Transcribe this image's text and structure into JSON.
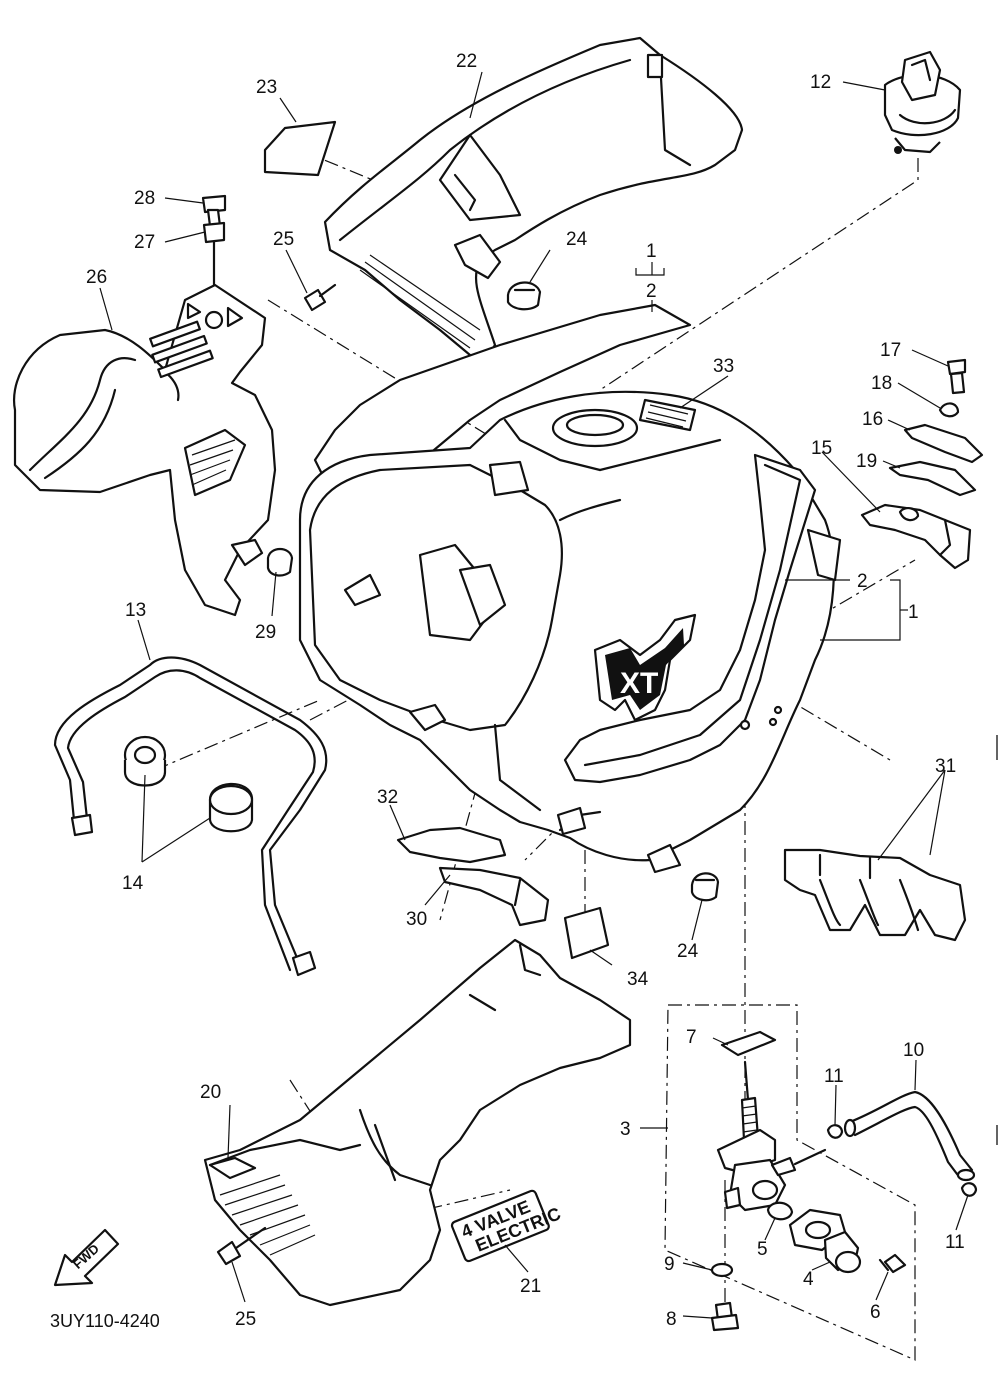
{
  "diagram": {
    "code": "3UY110-4240",
    "fwd_label": "FWD",
    "emblem_text": "XT",
    "decal_line1": "4 VALVE",
    "decal_line2": "ELECTRIC",
    "callouts": [
      {
        "id": "c1a",
        "text": "1"
      },
      {
        "id": "c2a",
        "text": "2"
      },
      {
        "id": "c1b",
        "text": "1"
      },
      {
        "id": "c2b",
        "text": "2"
      },
      {
        "id": "c3",
        "text": "3"
      },
      {
        "id": "c4",
        "text": "4"
      },
      {
        "id": "c5",
        "text": "5"
      },
      {
        "id": "c6",
        "text": "6"
      },
      {
        "id": "c7",
        "text": "7"
      },
      {
        "id": "c8",
        "text": "8"
      },
      {
        "id": "c9",
        "text": "9"
      },
      {
        "id": "c10",
        "text": "10"
      },
      {
        "id": "c11a",
        "text": "11"
      },
      {
        "id": "c11b",
        "text": "11"
      },
      {
        "id": "c12",
        "text": "12"
      },
      {
        "id": "c13",
        "text": "13"
      },
      {
        "id": "c14",
        "text": "14"
      },
      {
        "id": "c15",
        "text": "15"
      },
      {
        "id": "c16",
        "text": "16"
      },
      {
        "id": "c17",
        "text": "17"
      },
      {
        "id": "c18",
        "text": "18"
      },
      {
        "id": "c19",
        "text": "19"
      },
      {
        "id": "c20",
        "text": "20"
      },
      {
        "id": "c21",
        "text": "21"
      },
      {
        "id": "c22",
        "text": "22"
      },
      {
        "id": "c23",
        "text": "23"
      },
      {
        "id": "c24a",
        "text": "24"
      },
      {
        "id": "c24b",
        "text": "24"
      },
      {
        "id": "c25a",
        "text": "25"
      },
      {
        "id": "c25b",
        "text": "25"
      },
      {
        "id": "c26",
        "text": "26"
      },
      {
        "id": "c27",
        "text": "27"
      },
      {
        "id": "c28",
        "text": "28"
      },
      {
        "id": "c29",
        "text": "29"
      },
      {
        "id": "c30",
        "text": "30"
      },
      {
        "id": "c31",
        "text": "31"
      },
      {
        "id": "c32",
        "text": "32"
      },
      {
        "id": "c33",
        "text": "33"
      },
      {
        "id": "c34",
        "text": "34"
      }
    ]
  }
}
